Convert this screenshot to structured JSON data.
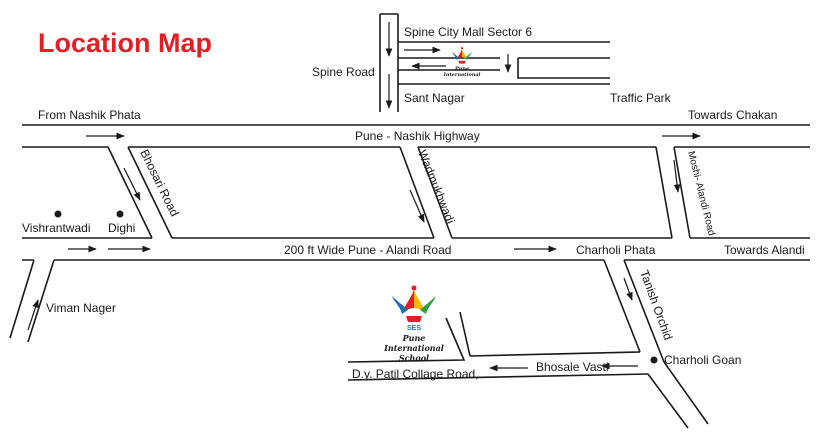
{
  "title": "Location Map",
  "colors": {
    "title": "#e31e24",
    "ink": "#1a1a1a",
    "logo_red": "#e31e24",
    "logo_blue": "#1f6fb8",
    "logo_green": "#2e9e44",
    "logo_yellow": "#f5b800"
  },
  "labels": {
    "spine_road": "Spine Road",
    "spine_city_mall": "Spine City Mall Sector 6",
    "sant_nagar": "Sant Nagar",
    "traffic_park": "Traffic Park",
    "from_nashik_phata": "From Nashik Phata",
    "towards_chakan": "Towards Chakan",
    "pune_nashik_highway": "Pune - Nashik Highway",
    "bhosari_road": "Bhosari Road",
    "wadmukhwadi": "Wadmukhwadi",
    "moshi_alandi_road": "Moshi- Alandi Road",
    "vishrantwadi": "Vishrantwadi",
    "dighi": "Dighi",
    "pune_alandi_road": "200 ft Wide  Pune - Alandi Road",
    "charholi_phata": "Charholi Phata",
    "towards_alandi": "Towards Alandi",
    "tanish_orchid": "Tanish Orchid",
    "viman_nager": "Viman Nager",
    "charholi_goan": "Charholi Goan",
    "bhosale_vasti": "Bhosale Vasti",
    "dy_patil_road": "D.y. Patil Collage Road,"
  },
  "school_logo": {
    "abbr": "SES",
    "line1": "Pune",
    "line2": "International",
    "line3": "School"
  }
}
